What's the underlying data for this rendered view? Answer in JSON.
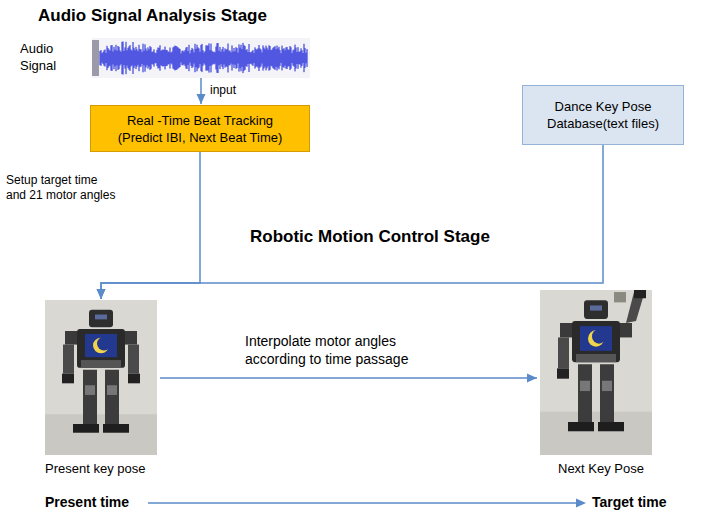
{
  "diagram": {
    "title": "Audio Signal Analysis Stage",
    "nodes": [
      {
        "text": [
          "Audio Signal"
        ]
      },
      {
        "text": [
          "Real -Time Beat Tracking (Predict IBI, Next Beat Time)"
        ]
      },
      {
        "text": [
          "Dance Key Pose Database(text files)"
        ]
      },
      {
        "text": [
          "Present key pose"
        ]
      },
      {
        "text": [
          "Next Key Pose"
        ]
      }
    ],
    "edges": [
      {
        "from": 0,
        "to": 1,
        "arrow": "to",
        "label": "input"
      },
      {
        "from": 1,
        "to": 3,
        "arrow": "to",
        "label": "Setup target time and 21 motor angles"
      },
      {
        "from": 2,
        "to": 3,
        "arrow": "to"
      },
      {
        "from": 3,
        "to": 4,
        "arrow": "to",
        "label": "Interpolate motor angles according to time passage"
      }
    ],
    "labels": [
      "Robotic Motion Control Stage",
      "Present time",
      "Target time"
    ]
  }
}
